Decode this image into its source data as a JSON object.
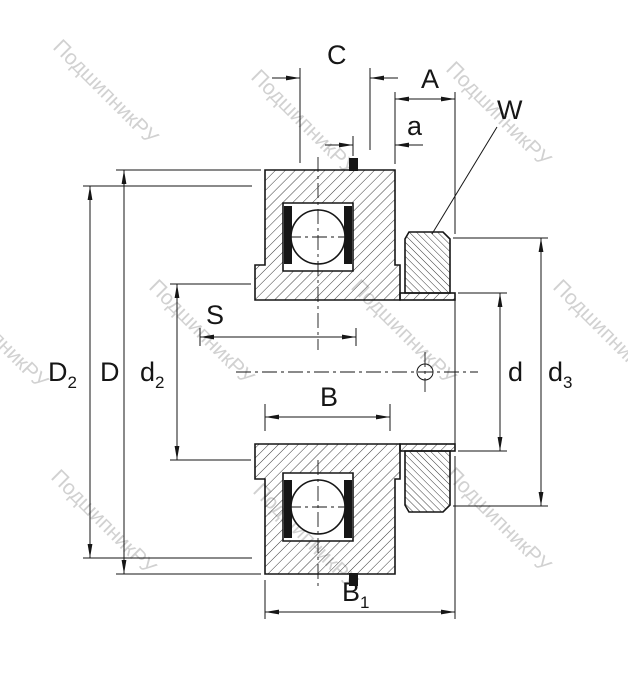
{
  "drawing": {
    "type": "bearing-cross-section",
    "description": "Radial insert ball bearing with eccentric locking collar, dimensional technical drawing",
    "colors": {
      "line": "#161616",
      "background": "#ffffff",
      "watermark": "#c9c9c9"
    }
  },
  "watermark": {
    "text": "ПодшипникРУ"
  },
  "dimensions": {
    "C": {
      "label": "C"
    },
    "A": {
      "label": "A"
    },
    "a": {
      "label": "a"
    },
    "W": {
      "label": "W"
    },
    "S": {
      "label": "S"
    },
    "B": {
      "label": "B"
    },
    "B1": {
      "label": "B",
      "sub": "1"
    },
    "D2": {
      "label": "D",
      "sub": "2"
    },
    "D": {
      "label": "D"
    },
    "d2": {
      "label": "d",
      "sub": "2"
    },
    "d": {
      "label": "d"
    },
    "d3": {
      "label": "d",
      "sub": "3"
    }
  }
}
